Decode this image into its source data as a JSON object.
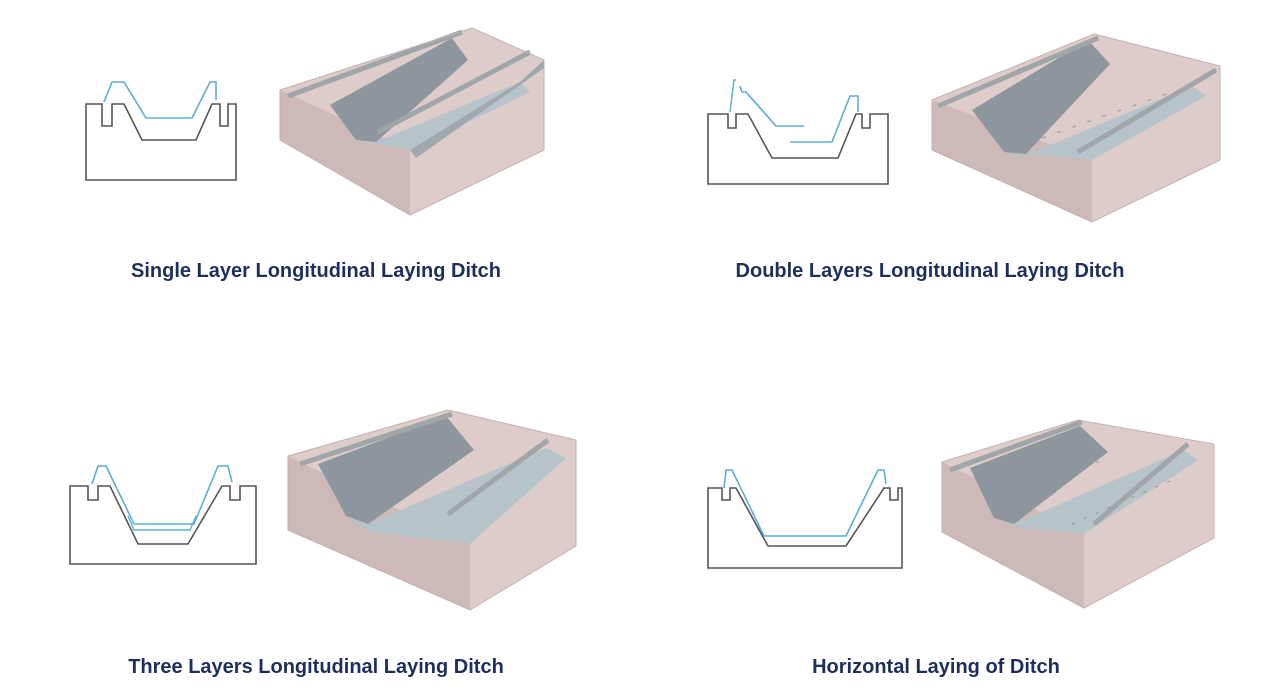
{
  "colors": {
    "caption_text": "#1e2f5c",
    "profile_outline": "#555555",
    "profile_membrane": "#5aaed6",
    "ditch_body": "#ddccca",
    "ditch_dark": "#cdbab8",
    "liner": "#8c969c",
    "floor_liner": "#b6c3c9",
    "rail": "#a0a6a8"
  },
  "icons": {
    "profile": "ditch-cross-section-icon",
    "model": "ditch-3d-model-icon"
  },
  "panels": [
    {
      "caption": "Single Layer Longitudinal Laying Ditch"
    },
    {
      "caption": "Double Layers Longitudinal Laying Ditch"
    },
    {
      "caption": "Three Layers Longitudinal Laying Ditch"
    },
    {
      "caption": "Horizontal Laying of Ditch"
    }
  ]
}
